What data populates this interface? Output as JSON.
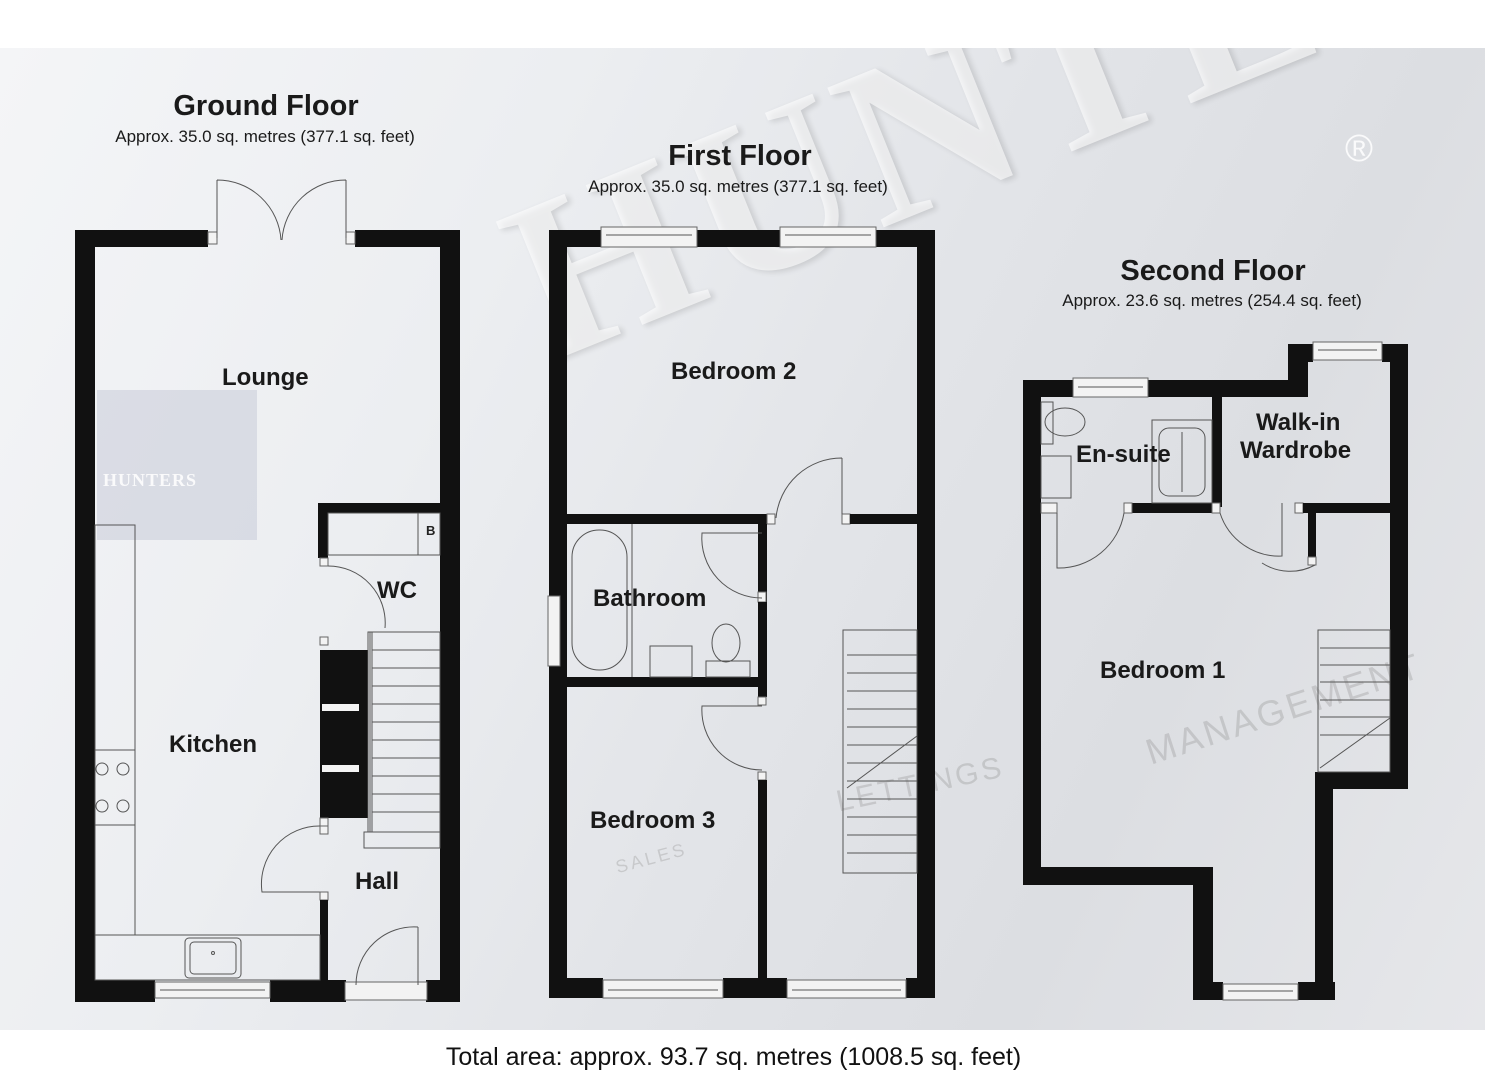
{
  "floors": [
    {
      "title": "Ground Floor",
      "area": "Approx. 35.0 sq. metres (377.1 sq. feet)",
      "rooms": [
        "Lounge",
        "WC",
        "Kitchen",
        "Hall"
      ],
      "fixtures": {
        "boiler_label": "B"
      }
    },
    {
      "title": "First Floor",
      "area": "Approx. 35.0 sq. metres (377.1 sq. feet)",
      "rooms": [
        "Bedroom 2",
        "Bathroom",
        "Bedroom 3"
      ]
    },
    {
      "title": "Second Floor",
      "area": "Approx. 23.6 sq. metres (254.4 sq. feet)",
      "rooms": [
        "En-suite",
        "Walk-in",
        "Wardrobe",
        "Bedroom 1"
      ]
    }
  ],
  "total_area": "Total area: approx. 93.7 sq. metres (1008.5 sq. feet)",
  "watermark": {
    "brand": "HUNTERS",
    "registered_mark": "®",
    "words": [
      "MANAGEMENT",
      "LETTINGS",
      "SALES"
    ]
  }
}
